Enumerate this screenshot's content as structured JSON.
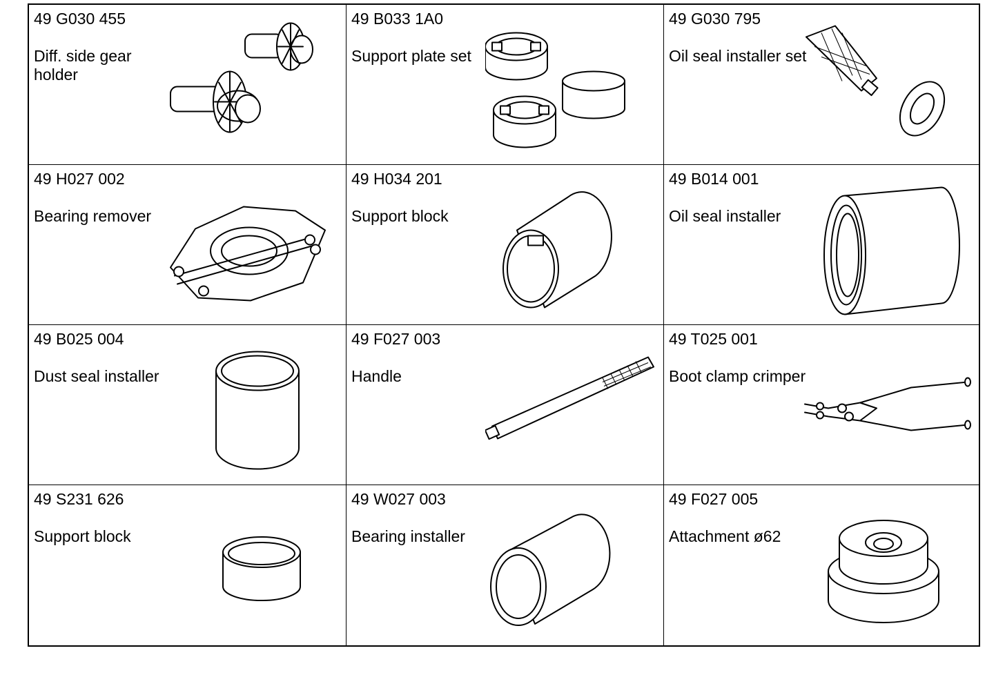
{
  "tools": [
    {
      "part_number": "49 G030 455",
      "name": "Diff. side gear holder",
      "icon": "side-gear-holder-icon"
    },
    {
      "part_number": "49 B033 1A0",
      "name": "Support plate set",
      "icon": "support-plate-set-icon"
    },
    {
      "part_number": "49 G030 795",
      "name": "Oil seal installer set",
      "icon": "oil-seal-installer-set-icon"
    },
    {
      "part_number": "49 H027 002",
      "name": "Bearing remover",
      "icon": "bearing-remover-icon"
    },
    {
      "part_number": "49 H034 201",
      "name": "Support block",
      "icon": "slotted-support-block-icon"
    },
    {
      "part_number": "49 B014 001",
      "name": "Oil seal installer",
      "icon": "oil-seal-installer-icon"
    },
    {
      "part_number": "49 B025 004",
      "name": "Dust seal installer",
      "icon": "dust-seal-installer-icon"
    },
    {
      "part_number": "49 F027 003",
      "name": "Handle",
      "icon": "handle-icon"
    },
    {
      "part_number": "49 T025 001",
      "name": "Boot clamp crimper",
      "icon": "boot-clamp-crimper-icon"
    },
    {
      "part_number": "49 S231 626",
      "name": "Support block",
      "icon": "ring-support-block-icon"
    },
    {
      "part_number": "49 W027 003",
      "name": "Bearing installer",
      "icon": "bearing-installer-icon"
    },
    {
      "part_number": "49 F027 005",
      "name": "Attachment ø62",
      "icon": "attachment-icon"
    }
  ]
}
